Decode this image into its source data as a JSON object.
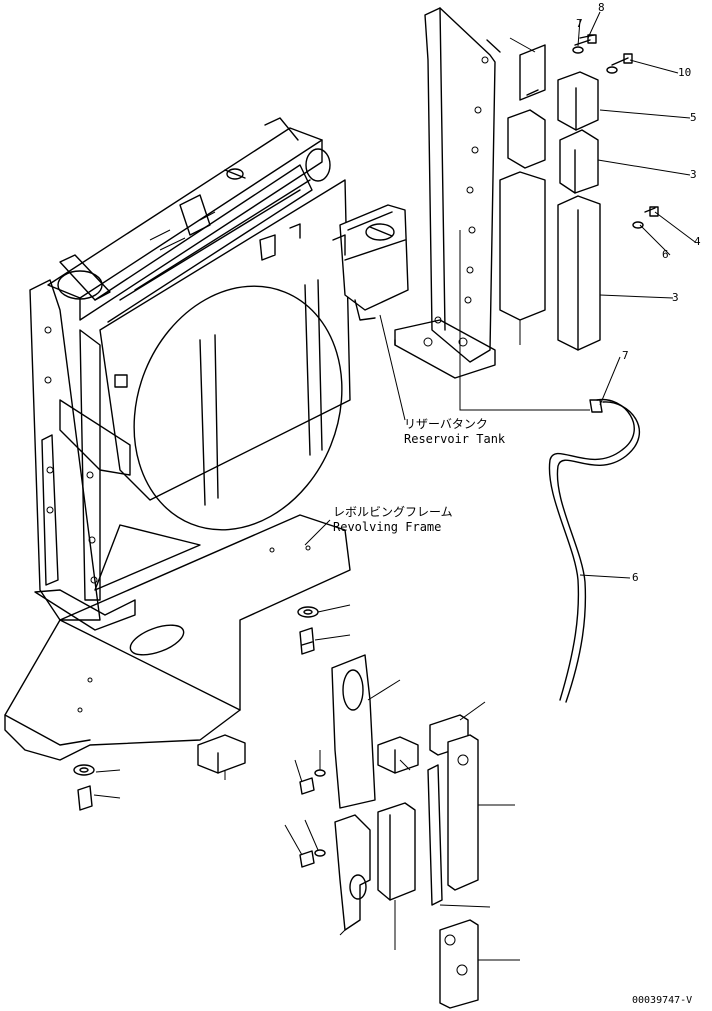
{
  "callouts": {
    "reservoir_tank_jp": "リザーバタンク",
    "reservoir_tank_en": "Reservoir Tank",
    "revolving_frame_jp": "レボルビングフレーム",
    "revolving_frame_en": "Revolving Frame"
  },
  "part_numbers": {
    "p1": "8",
    "p2": "7",
    "p3": "10",
    "p4": "5",
    "p5": "3",
    "p6": "4",
    "p7": "6",
    "p8": "3",
    "p9": "7",
    "p10": "6"
  },
  "drawing_number": "00039747-V"
}
